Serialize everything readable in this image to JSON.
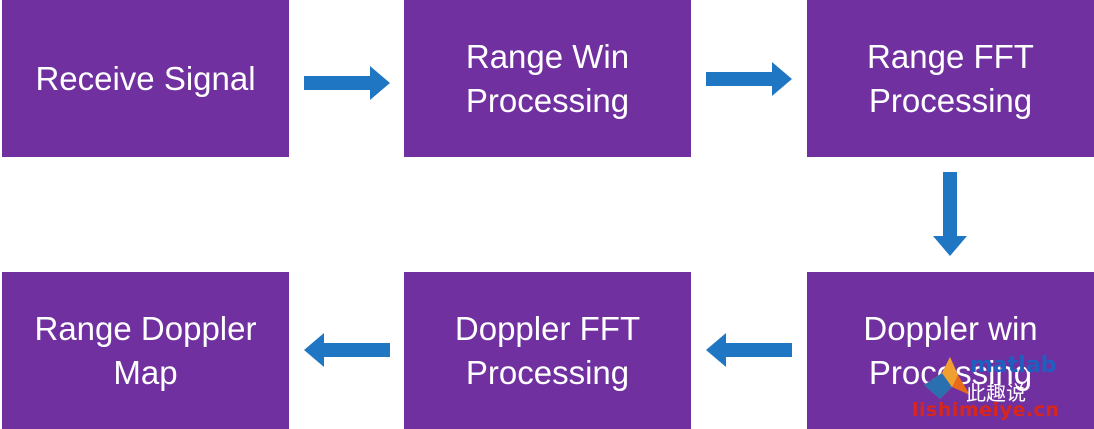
{
  "diagram": {
    "boxes": [
      {
        "id": "receive-signal",
        "label": "Receive Signal"
      },
      {
        "id": "range-win",
        "label": "Range  Win\nProcessing"
      },
      {
        "id": "range-fft",
        "label": "Range  FFT\nProcessing"
      },
      {
        "id": "doppler-win",
        "label": "Doppler  win\nProcessing"
      },
      {
        "id": "doppler-fft",
        "label": "Doppler  FFT\nProcessing"
      },
      {
        "id": "range-doppler-map",
        "label": "Range Doppler\nMap"
      }
    ],
    "box_color": "#7030a0",
    "arrow_color": "#1f77c4"
  },
  "watermark": {
    "brand": "matlab",
    "chinese": "此趣说",
    "site": "lishimeiye.cn",
    "icon": "matlab-logo-icon"
  }
}
